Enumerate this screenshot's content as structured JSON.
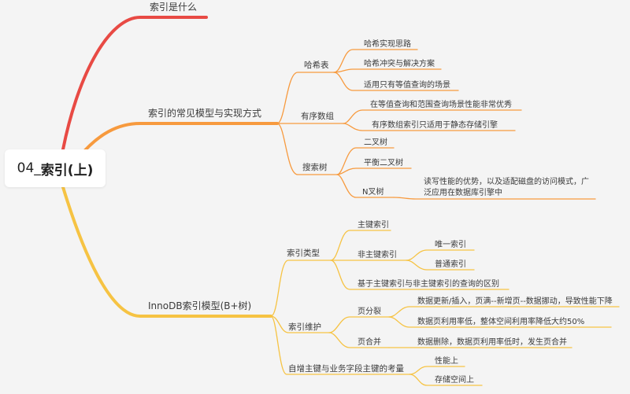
{
  "root": {
    "prefix": "04_",
    "title": "索引(上)"
  },
  "colors": {
    "red": "#e84a44",
    "orange": "#f79a3e",
    "yellow": "#f6c343"
  },
  "branches": {
    "b1": {
      "label": "索引是什么"
    },
    "b2": {
      "label": "索引的常见模型与实现方式",
      "hash": {
        "label": "哈希表",
        "items": [
          "哈希实现思路",
          "哈希冲突与解决方案",
          "适用只有等值查询的场景"
        ]
      },
      "ordered": {
        "label": "有序数组",
        "items": [
          "在等值查询和范围查询场景性能非常优秀",
          "有序数组索引只适用于静态存储引擎"
        ]
      },
      "tree": {
        "label": "搜索树",
        "items": [
          "二叉树",
          "平衡二叉树",
          "N叉树"
        ],
        "ntree_note": [
          "读写性能的优势，以及适配磁盘的访问模式，广",
          "泛应用在数据库引擎中"
        ]
      }
    },
    "b3": {
      "label": "InnoDB索引模型(B+树)",
      "types": {
        "label": "索引类型",
        "primary": "主键索引",
        "nonprimary": {
          "label": "非主键索引",
          "items": [
            "唯一索引",
            "普通索引"
          ]
        },
        "diff": "基于主键索引与非主键索引的查询的区别"
      },
      "maintain": {
        "label": "索引维护",
        "split": {
          "label": "页分裂",
          "items": [
            "数据更新/插入，页满--新增页--数据挪动，导致性能下降",
            "数据页利用率低，整体空间利用率降低大约50%"
          ]
        },
        "merge": {
          "label": "页合并",
          "items": [
            "数据删除，数据页利用率低时，发生页合并"
          ]
        }
      },
      "autoinc": {
        "label": "自增主键与业务字段主键的考量",
        "items": [
          "性能上",
          "存储空间上"
        ]
      }
    }
  }
}
